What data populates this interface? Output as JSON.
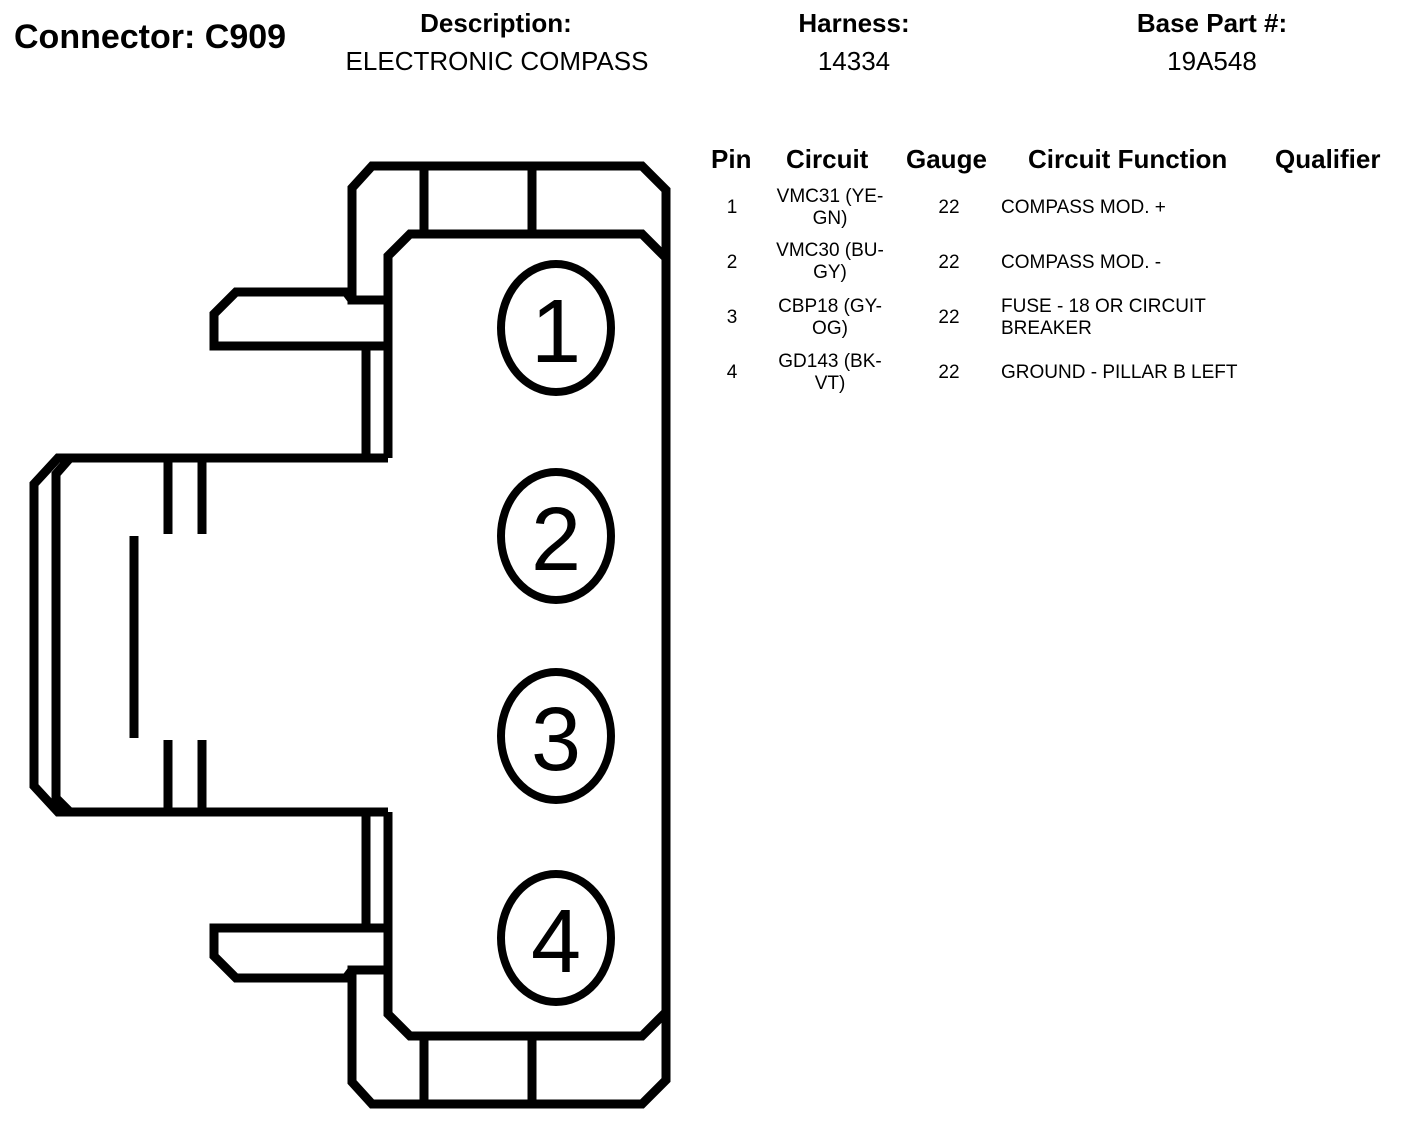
{
  "connector": {
    "label": "Connector: C909"
  },
  "header": {
    "description_label": "Description:",
    "description_value": "ELECTRONIC COMPASS",
    "harness_label": "Harness:",
    "harness_value": "14334",
    "base_part_label": "Base Part #:",
    "base_part_value": "19A548"
  },
  "table": {
    "columns": [
      "Pin",
      "Circuit",
      "Gauge",
      "Circuit Function",
      "Qualifier"
    ],
    "rows": [
      {
        "pin": "1",
        "circuit_line1": "VMC31 (YE-",
        "circuit_line2": "GN)",
        "gauge": "22",
        "function_line1": "COMPASS MOD. +",
        "function_line2": "",
        "qualifier": ""
      },
      {
        "pin": "2",
        "circuit_line1": "VMC30 (BU-",
        "circuit_line2": "GY)",
        "gauge": "22",
        "function_line1": "COMPASS MOD. -",
        "function_line2": "",
        "qualifier": ""
      },
      {
        "pin": "3",
        "circuit_line1": "CBP18 (GY-",
        "circuit_line2": "OG)",
        "gauge": "22",
        "function_line1": "FUSE - 18 OR CIRCUIT",
        "function_line2": "BREAKER",
        "qualifier": ""
      },
      {
        "pin": "4",
        "circuit_line1": "GD143 (BK-",
        "circuit_line2": "VT)",
        "gauge": "22",
        "function_line1": "GROUND - PILLAR B LEFT",
        "function_line2": "",
        "qualifier": ""
      }
    ]
  },
  "drawing": {
    "pins": [
      "1",
      "2",
      "3",
      "4"
    ],
    "line_color": "#000000",
    "background_color": "#ffffff"
  }
}
